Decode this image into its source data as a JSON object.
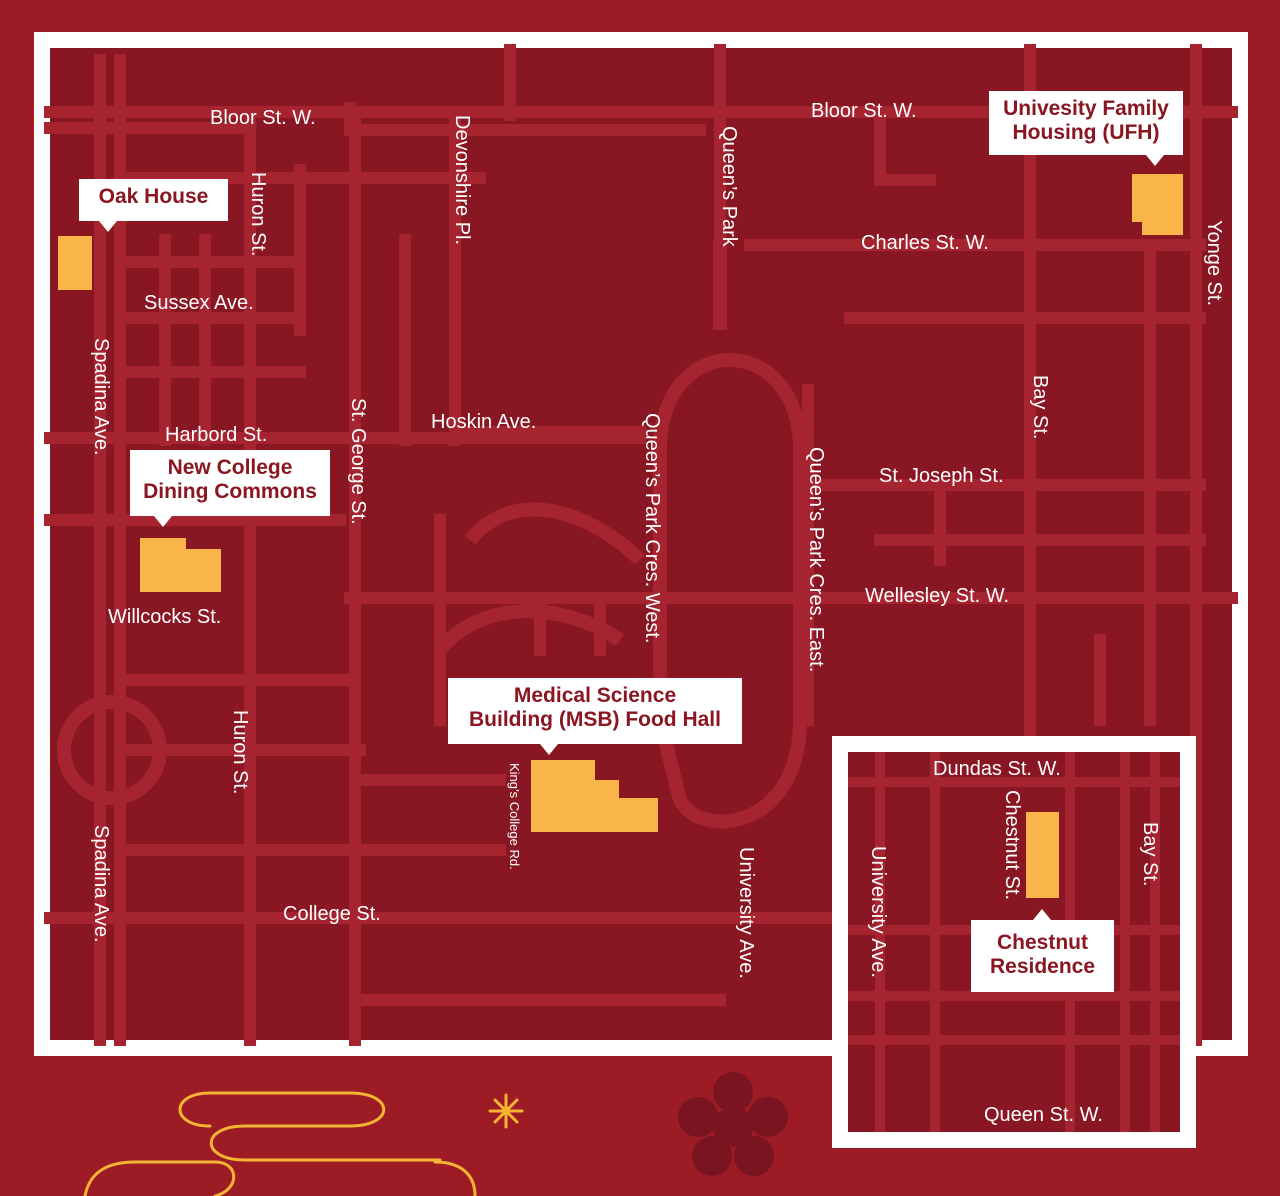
{
  "colors": {
    "background": "#9c1b25",
    "map_fill": "#891623",
    "road": "#a52430",
    "frame": "#ffffff",
    "building": "#f9b44a",
    "label_text": "#8a1622",
    "decor": "#f5b433"
  },
  "streets": {
    "bloor_west": "Bloor St. W.",
    "bloor_east": "Bloor St. W.",
    "huron_north": "Huron St.",
    "devonshire": "Devonshire Pl.",
    "queens_park": "Queen’s Park",
    "charles": "Charles St. W.",
    "yonge": "Yonge St.",
    "sussex": "Sussex Ave.",
    "spadina_north": "Spadina Ave.",
    "harbord": "Harbord St.",
    "st_george": "St. George St.",
    "hoskin": "Hoskin Ave.",
    "qp_cres_west": "Queen’s Park Cres. West.",
    "qp_cres_east": "Queen’s Park Cres. East.",
    "bay_north": "Bay St.",
    "st_joseph": "St. Joseph St.",
    "wellesley": "Wellesley St. W.",
    "willcocks": "Willcocks St.",
    "huron_south": "Huron St.",
    "kings_college": "King’s College Rd.",
    "spadina_south": "Spadina Ave.",
    "college": "College St.",
    "university_north": "University Ave.",
    "dundas": "Dundas St. W.",
    "chestnut": "Chestnut St.",
    "bay_south": "Bay St.",
    "university_south": "University Ave.",
    "queen": "Queen St. W."
  },
  "locations": {
    "oak_house": [
      "Oak House"
    ],
    "ufh": [
      "Univesity Family",
      "Housing (UFH)"
    ],
    "new_college": [
      "New College",
      "Dining Commons"
    ],
    "msb": [
      "Medical Science",
      "Building (MSB) Food Hall"
    ],
    "chestnut": [
      "Chestnut",
      "Residence"
    ]
  },
  "decor_icons": [
    "squiggle-icon",
    "sparkle-icon",
    "flower-icon"
  ]
}
